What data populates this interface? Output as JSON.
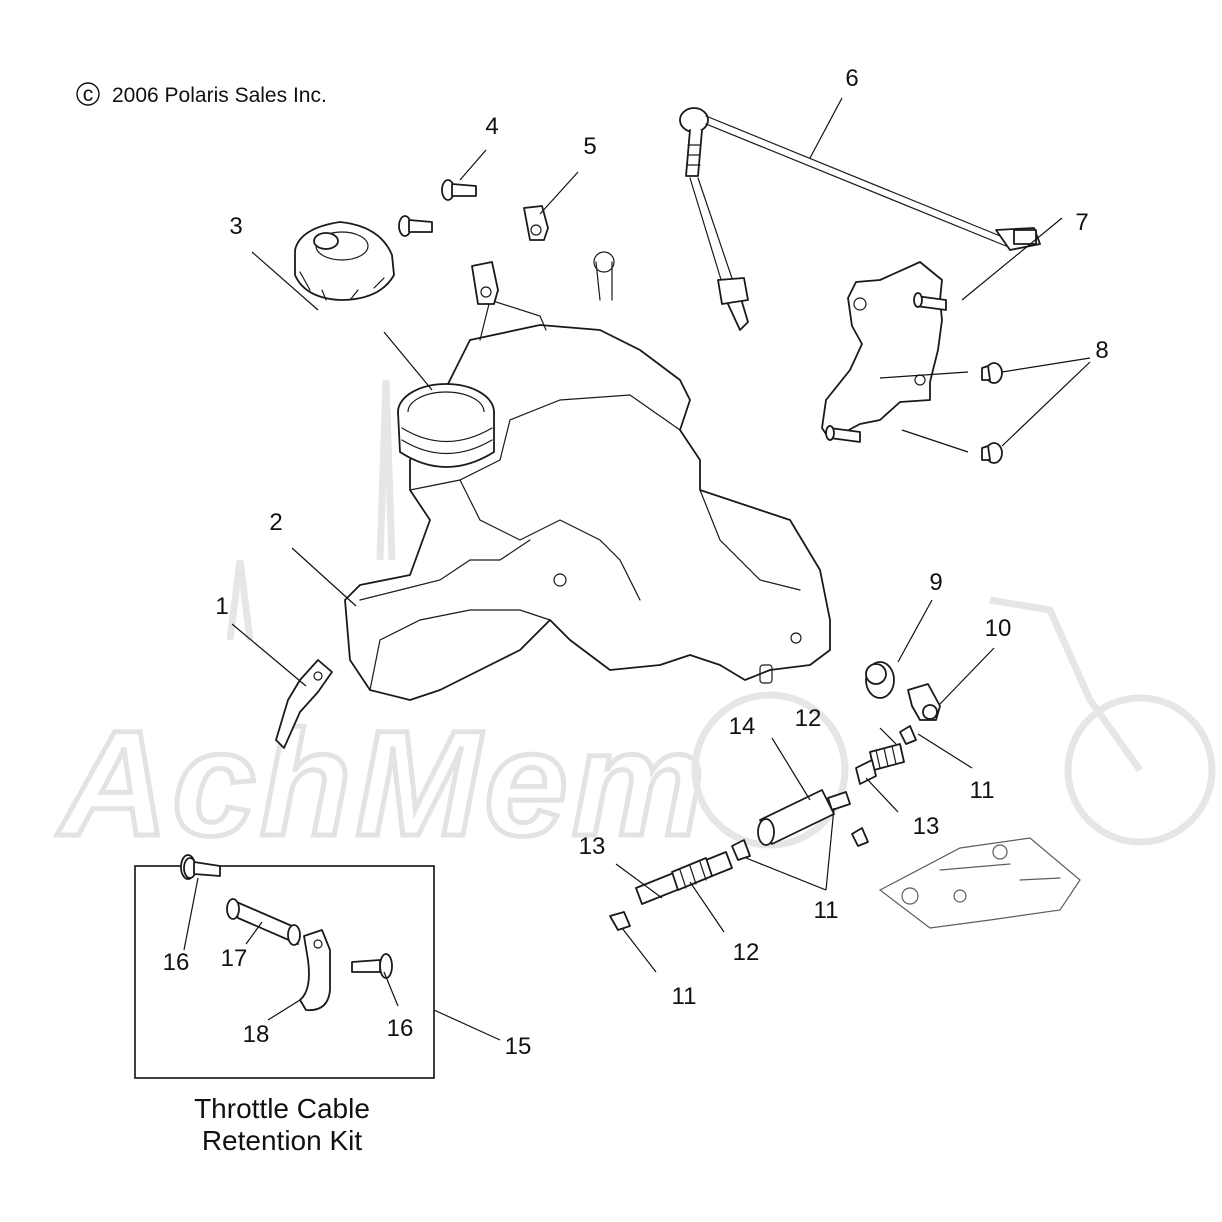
{
  "copyright": "2006 Polaris Sales Inc.",
  "copyright_symbol": "c",
  "watermark": "AchMem",
  "kit": {
    "title_line1": "Throttle Cable",
    "title_line2": "Retention Kit"
  },
  "callouts": {
    "c1": "1",
    "c2": "2",
    "c3": "3",
    "c4": "4",
    "c5": "5",
    "c6": "6",
    "c7": "7",
    "c8": "8",
    "c9": "9",
    "c10": "10",
    "c11a": "11",
    "c11b": "11",
    "c11c": "11",
    "c12a": "12",
    "c12b": "12",
    "c13a": "13",
    "c13b": "13",
    "c14": "14",
    "c15": "15",
    "c16a": "16",
    "c16b": "16",
    "c17": "17",
    "c18": "18"
  },
  "colors": {
    "line": "#1a1a1a",
    "watermark": "#e3e3e3",
    "background": "#ffffff"
  }
}
